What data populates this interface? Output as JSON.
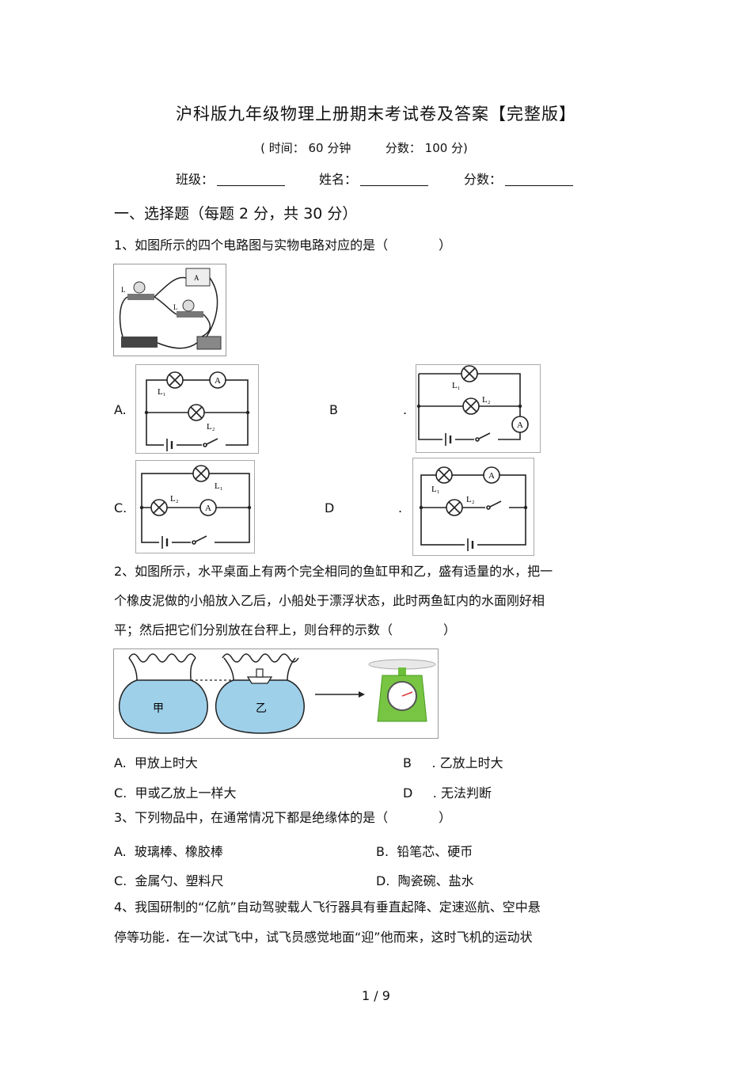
{
  "header": {
    "title": "沪科版九年级物理上册期末考试卷及答案【完整版】",
    "time_label": "( 时间： 60 分钟",
    "score_total": "分数： 100 分)",
    "class_label": "班级：",
    "name_label": "姓名：",
    "score_label": "分数："
  },
  "section1": {
    "heading": "一、选择题（每题   2 分，共 30 分）"
  },
  "q1": {
    "text": "1、如图所示的四个电路图与实物电路对应的是（　　　　）",
    "options": {
      "a": "A.",
      "b": "B",
      "b_dot": ".",
      "c": "C.",
      "d": "D",
      "d_dot": "."
    },
    "labels": {
      "l1": "L₁",
      "l2": "L₂",
      "ammeter": "A"
    }
  },
  "q2": {
    "line1": "2、如图所示，水平桌面上有两个完全相同的鱼缸甲和乙，盛有适量的水，把一",
    "line2": "个橡皮泥做的小船放入乙后，小船处于漂浮状态，此时两鱼缸内的水面刚好相",
    "line3": "平；然后把它们分别放在台秤上，则台秤的示数（　　　　）",
    "tank_a": "甲",
    "tank_b": "乙",
    "options": {
      "a_letter": "A.",
      "a_text": "甲放上时大",
      "b_letter": "B",
      "b_text": ". 乙放上时大",
      "c_letter": "C.",
      "c_text": "甲或乙放上一样大",
      "d_letter": "D",
      "d_text": ". 无法判断"
    }
  },
  "q3": {
    "text": "3、下列物品中，在通常情况下都是绝缘体的是（　　　　）",
    "options": {
      "a_letter": "A.",
      "a_text": "玻璃棒、橡胶棒",
      "b_letter": "B.",
      "b_text": "铅笔芯、硬币",
      "c_letter": "C.",
      "c_text": "金属勺、塑料尺",
      "d_letter": "D.",
      "d_text": "陶瓷碗、盐水"
    }
  },
  "q4": {
    "line1": "4、我国研制的“亿航”自动驾驶载人飞行器具有垂直起降、定速巡航、空中悬",
    "line2": "停等功能．在一次试飞中，试飞员感觉地面“迎”他而来，这时飞机的运动状"
  },
  "footer": {
    "page": "1 / 9"
  }
}
